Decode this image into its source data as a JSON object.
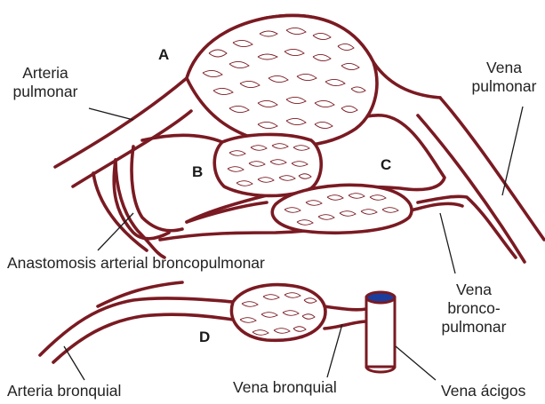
{
  "colors": {
    "vessel_outline": "#7a1a22",
    "vessel_fill": "#ffffff",
    "lumen": "#1c3d9c",
    "text": "#222222",
    "leader_line": "#1a1a1a"
  },
  "letters": {
    "a": "A",
    "b": "B",
    "c": "C",
    "d": "D"
  },
  "labels": {
    "arteria_pulmonar": [
      "Arteria",
      "pulmonar"
    ],
    "vena_pulmonar": [
      "Vena",
      "pulmonar"
    ],
    "anastomosis": "Anastomosis arterial broncopulmonar",
    "vena_broncopulmonar": [
      "Vena",
      "bronco-",
      "pulmonar"
    ],
    "arteria_bronquial": "Arteria bronquial",
    "vena_bronquial": "Vena bronquial",
    "vena_acigos": "Vena ácigos"
  }
}
